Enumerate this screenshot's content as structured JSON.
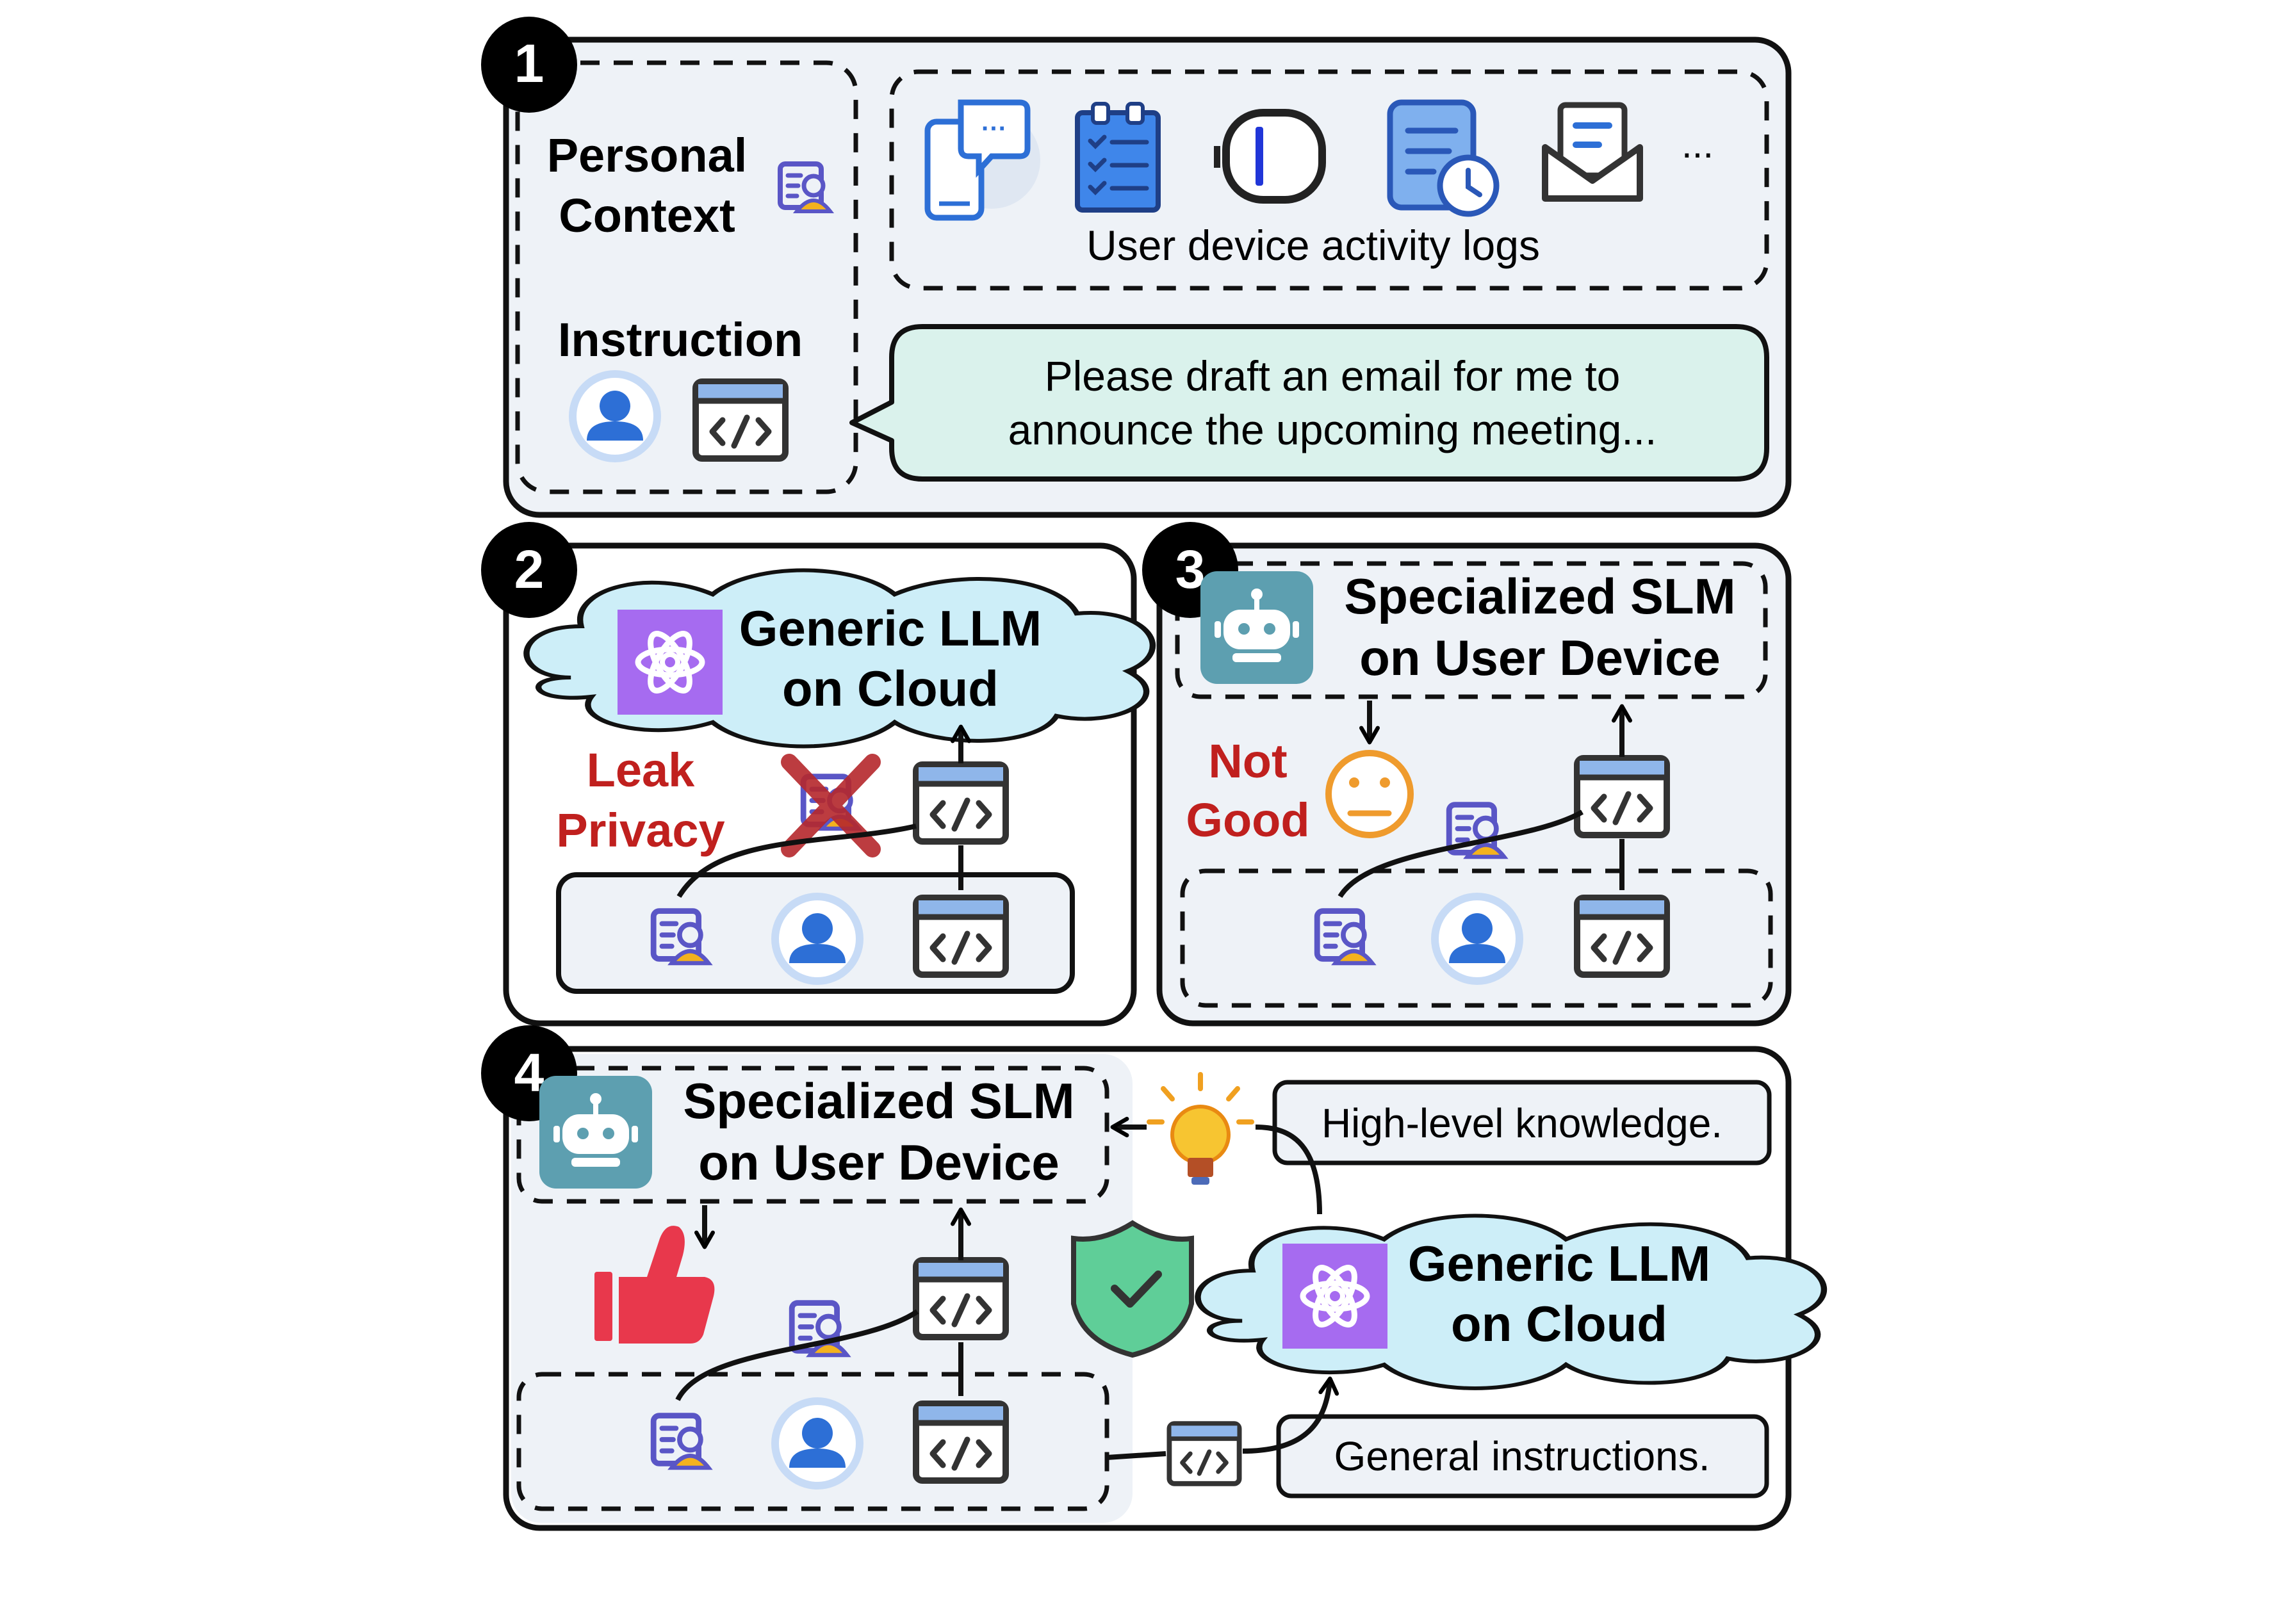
{
  "panel1": {
    "number": "1",
    "personal_context_line1": "Personal",
    "personal_context_line2": "Context",
    "instruction_label": "Instruction",
    "logs_caption": "User device activity logs",
    "logs_ellipsis": "...",
    "bubble_line1": "Please draft an email for me to",
    "bubble_line2": "announce the upcoming meeting..."
  },
  "panel2": {
    "number": "2",
    "cloud_line1": "Generic LLM",
    "cloud_line2": "on Cloud",
    "warning_line1": "Leak",
    "warning_line2": "Privacy"
  },
  "panel3": {
    "number": "3",
    "slm_line1": "Specialized SLM",
    "slm_line2": "on User Device",
    "verdict_line1": "Not",
    "verdict_line2": "Good"
  },
  "panel4": {
    "number": "4",
    "slm_line1": "Specialized SLM",
    "slm_line2": "on User Device",
    "cloud_line1": "Generic LLM",
    "cloud_line2": "on Cloud",
    "knowledge_label": "High-level knowledge.",
    "instructions_label": "General instructions."
  },
  "colors": {
    "panel_bg": "#eef2f7",
    "bubble_fill": "#daf2ec",
    "cloud_fill": "#cdeef8",
    "llm_logo": "#a66bf0",
    "robot_tile": "#5d9fb0",
    "leak_red": "#c0201e",
    "user_blue": "#2d6fd6",
    "thumb_red": "#e8384c",
    "shield_green": "#5fce98",
    "emoji_orange": "#ef9b2d"
  }
}
